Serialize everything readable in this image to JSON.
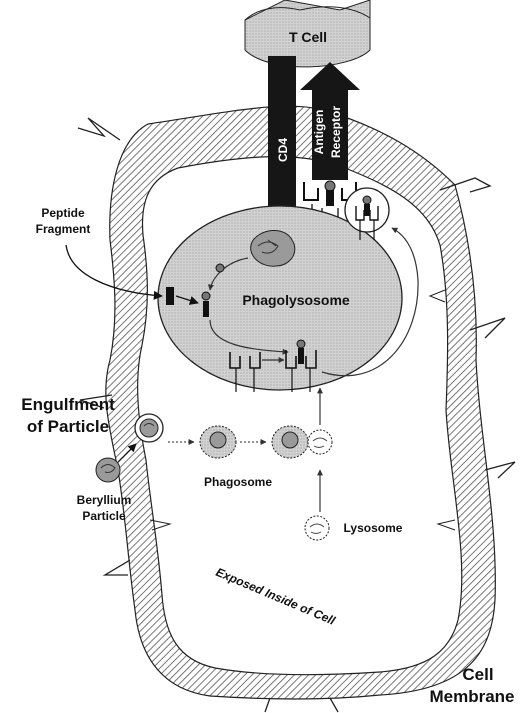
{
  "labels": {
    "t_cell": "T Cell",
    "cd4": "CD4",
    "antigen_line1": "Antigen",
    "antigen_line2": "Receptor",
    "peptide_line1": "Peptide",
    "peptide_line2": "Fragment",
    "phagolysosome": "Phagolysosome",
    "engulfment_line1": "Engulfment",
    "engulfment_line2": "of Particle",
    "beryllium_line1": "Beryllium",
    "beryllium_line2": "Particle",
    "phagosome": "Phagosome",
    "lysosome": "Lysosome",
    "exposed_inside": "Exposed Inside of Cell",
    "cell_line1": "Cell",
    "cell_line2": "Membrane"
  },
  "colors": {
    "membrane_hatch": "#555555",
    "t_cell_fill": "#8a8a8a",
    "phagolysosome_fill": "#cfcfcf",
    "cd4_fill": "#161616",
    "ink": "#111111"
  }
}
